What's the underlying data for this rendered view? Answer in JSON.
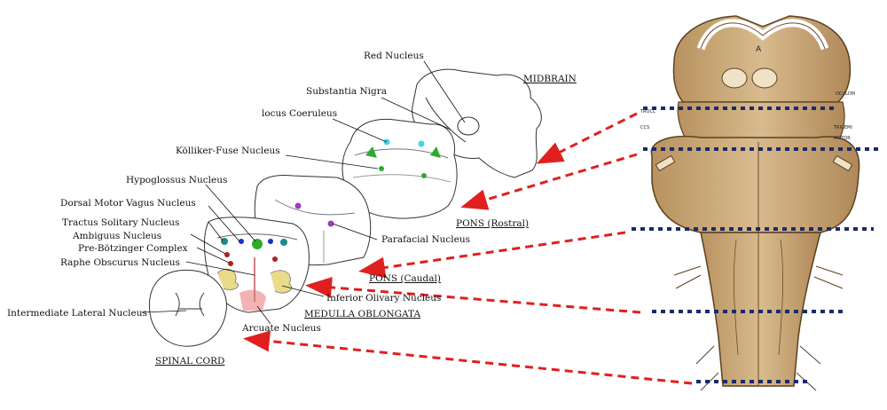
{
  "labels": {
    "red_nucleus": "Red Nucleus",
    "substantia_nigra": "Substantia Nigra",
    "locus_coeruleus": "locus Coeruleus",
    "kolliker_fuse": "Kölliker-Fuse Nucleus",
    "hypoglossus": "Hypoglossus Nucleus",
    "dorsal_motor_vagus": "Dorsal Motor Vagus Nucleus",
    "tractus_solitary": "Tractus Solitary Nucleus",
    "ambiguus": "Ambiguus Nucleus",
    "pre_botzinger": "Pre-Bötzinger Complex",
    "raphe_obscurus": "Raphe Obscurus Nucleus",
    "intermediate_lateral": "Intermediate Lateral Nucleus",
    "parafacial": "Parafacial Nucleus",
    "inferior_olivary": "Inferior Olivary Nucleus",
    "arcuate": "Arcuate Nucleus"
  },
  "sections": {
    "midbrain": "MIDBRAIN",
    "pons_rostral": "PONS (Rostral)",
    "pons_caudal": "PONS (Caudal)",
    "medulla": "MEDULLA OBLONGATA",
    "spinal_cord": "SPINAL CORD"
  },
  "brainstem_small_labels": {
    "a": "A",
    "oculom": "OCULOM",
    "trochl": "TROCL",
    "ccs": "CCS",
    "trigem": "TRIGEMI",
    "motor": "MOTOR"
  },
  "colors": {
    "arrow": "#e02020",
    "cut_line": "#1b2a6b",
    "brainstem_fill": "#c9a77a",
    "brainstem_dark": "#8a6a44",
    "nucleus_green": "#2faa2f",
    "nucleus_cyan": "#3fd7e6",
    "nucleus_purple": "#a03cc0",
    "nucleus_blue": "#1a2fd0",
    "nucleus_red": "#b0221a",
    "olive_yellow": "#e8dc8a",
    "arcuate_pink": "#f2b3b3"
  }
}
